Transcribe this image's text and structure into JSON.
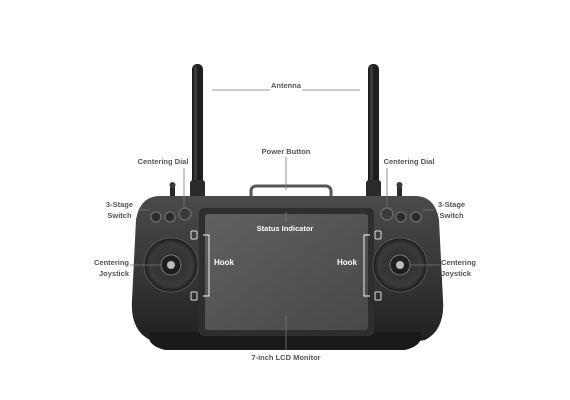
{
  "labels": {
    "antenna": "Antenna",
    "power_button": "Power Button",
    "centering_dial_left": "Centering Dial",
    "centering_dial_right": "Centering Dial",
    "three_stage_switch_left": [
      "3-Stage",
      "Switch"
    ],
    "three_stage_switch_right": [
      "3-Stage",
      "Switch"
    ],
    "status_indicator": "Status Indicator",
    "centering_joystick_left": [
      "Centering",
      "Joystick"
    ],
    "centering_joystick_right": [
      "Centering",
      "Joystick"
    ],
    "hook_left": "Hook",
    "hook_right": "Hook",
    "lcd_monitor": "7-inch LCD Monitor"
  },
  "colors": {
    "body": "#3c3c3e",
    "screen": "#555558",
    "leader_line": "#777777",
    "label_text": "#555555"
  }
}
